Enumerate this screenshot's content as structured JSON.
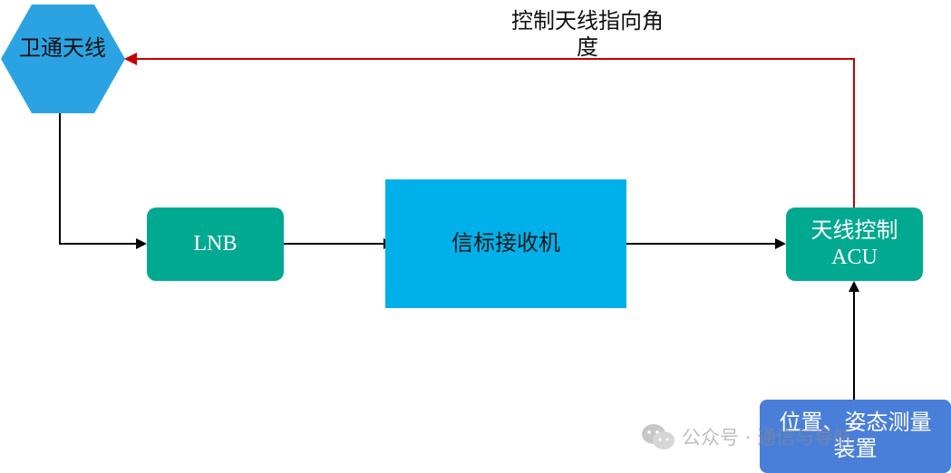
{
  "nodes": {
    "antenna": {
      "label": "卫通天线"
    },
    "lnb": {
      "label": "LNB"
    },
    "beacon_receiver": {
      "label": "信标接收机"
    },
    "acu": {
      "label": "天线控制\nACU"
    },
    "nav": {
      "label": "位置、姿态测量\n装置"
    }
  },
  "edges": {
    "feedback_label": "控制天线指向角\n度"
  },
  "watermark": {
    "text": "公众号 · 通信与导航",
    "icon": "wechat-icon"
  },
  "colors": {
    "hexagon": "#2ba3e3",
    "teal_box": "#00a98f",
    "beacon_box": "#00b0ea",
    "nav_box": "#4a7fd9",
    "black_arrow": "#000000",
    "red_arrow": "#c00000"
  }
}
